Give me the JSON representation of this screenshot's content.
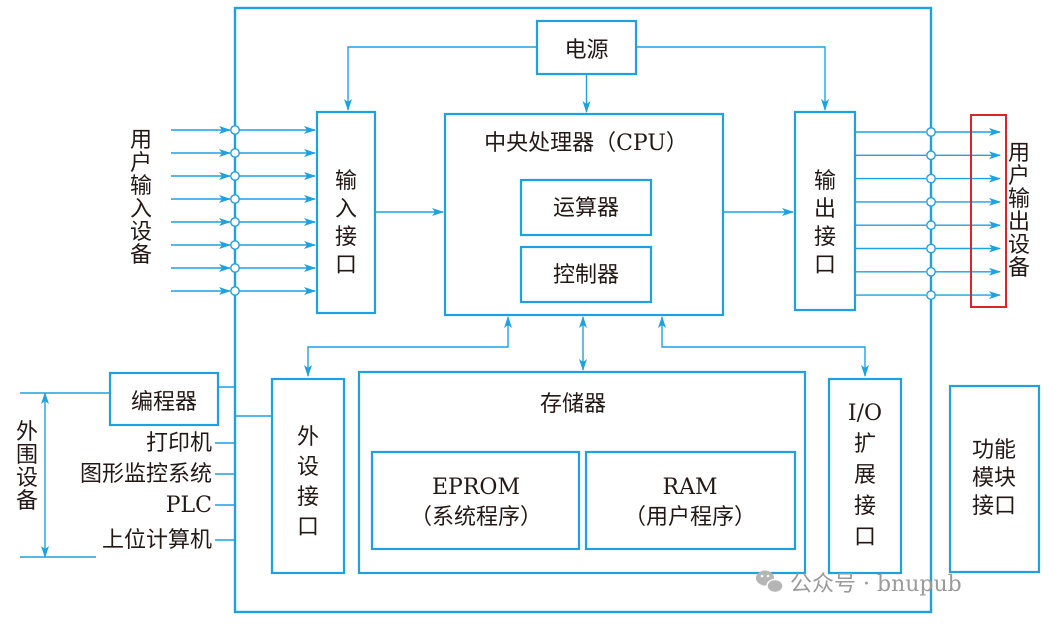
{
  "colors": {
    "line": "#1ea1e0",
    "text": "#231815",
    "highlight": "#d9262b",
    "watermark": "#9a9a9a"
  },
  "power": "电源",
  "cpu": {
    "title": "中央处理器（CPU）",
    "alu": "运算器",
    "controller": "控制器"
  },
  "input_interface": [
    "输",
    "入",
    "接",
    "口"
  ],
  "output_interface": [
    "输",
    "出",
    "接",
    "口"
  ],
  "user_input_devices": [
    "用",
    "户",
    "输",
    "入",
    "设",
    "备"
  ],
  "user_output_devices": [
    "用",
    "户",
    "输",
    "出",
    "设",
    "备"
  ],
  "memory": {
    "title": "存储器",
    "eprom": "EPROM",
    "eprom_note": "（系统程序）",
    "ram": "RAM",
    "ram_note": "（用户程序）"
  },
  "peripheral_interface": [
    "外",
    "设",
    "接",
    "口"
  ],
  "io_expansion": [
    "I/O",
    "扩",
    "展",
    "接",
    "口"
  ],
  "function_module": [
    "功能",
    "模块",
    "接口"
  ],
  "peripherals_label": [
    "外",
    "围",
    "设",
    "备"
  ],
  "peripherals": [
    "编程器",
    "打印机",
    "图形监控系统",
    "PLC",
    "上位计算机"
  ],
  "watermark": "公众号 · bnupub",
  "watermark_icon": "wechat-icon"
}
